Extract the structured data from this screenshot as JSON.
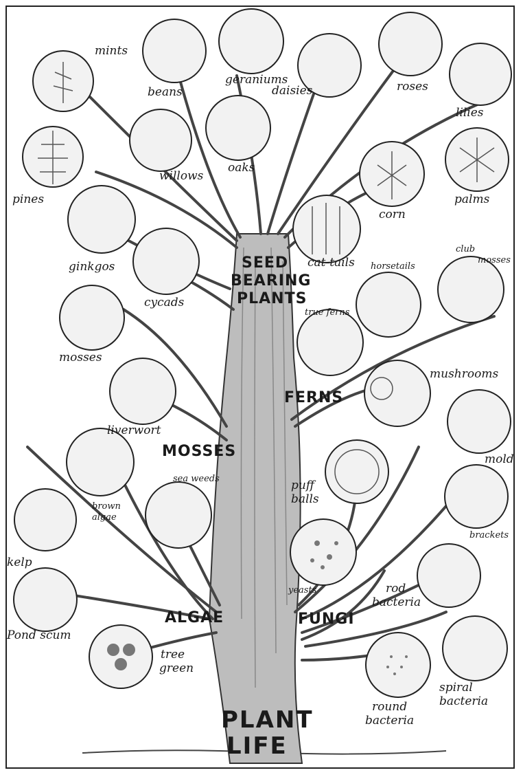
{
  "trunk": {
    "seed_line1": "SEED",
    "seed_line2": "BEARING",
    "seed_line3": "PLANTS",
    "ferns": "FERNS",
    "mosses": "MOSSES",
    "algae": "ALGAE",
    "fungi": "FUNGI",
    "root_line1": "PLANT",
    "root_line2": "LIFE"
  },
  "plants": {
    "mints": "mints",
    "beans": "beans",
    "geraniums": "geraniums",
    "daisies": "daisies",
    "roses": "roses",
    "lilies": "lilies",
    "willows": "willows",
    "oaks": "oaks",
    "pines": "pines",
    "palms": "palms",
    "corn": "corn",
    "ginkgos": "ginkgos",
    "cycads": "cycads",
    "cat_tails": "cat-tails",
    "horsetails": "horsetails",
    "club_mosses_1": "club",
    "club_mosses_2": "mosses",
    "true_ferns": "true ferns",
    "mosses": "mosses",
    "mushrooms": "mushrooms",
    "liverwort": "liverwort",
    "mold": "mold",
    "sea_weeds": "sea weeds",
    "brown_algae_1": "brown",
    "brown_algae_2": "algae",
    "puff_balls_1": "puff",
    "puff_balls_2": "balls",
    "brackets": "brackets",
    "kelp": "kelp",
    "yeasts": "yeasts",
    "rod_bacteria_1": "rod",
    "rod_bacteria_2": "bacteria",
    "pond_scum": "Pond scum",
    "tree_green_1": "tree",
    "tree_green_2": "green",
    "spiral_bacteria_1": "spiral",
    "spiral_bacteria_2": "bacteria",
    "round_bacteria_1": "round",
    "round_bacteria_2": "bacteria"
  }
}
